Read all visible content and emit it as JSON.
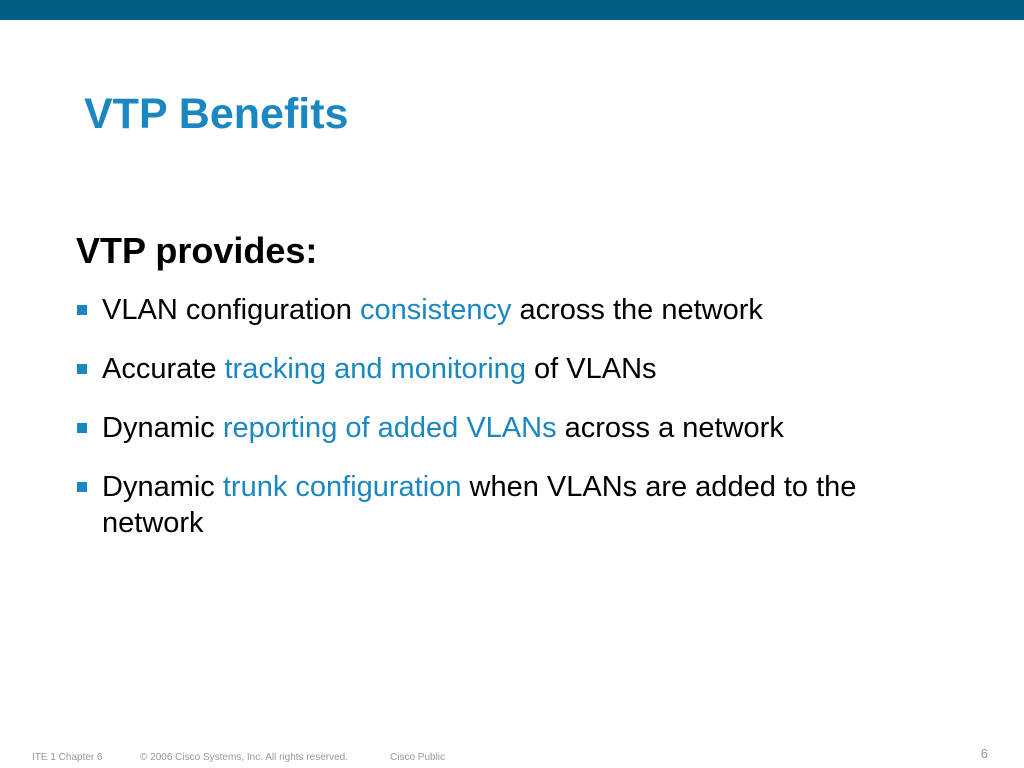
{
  "slide": {
    "title": "VTP Benefits",
    "intro": "VTP provides:",
    "bullets": [
      {
        "before": "VLAN configuration ",
        "highlight": "consistency",
        "after": " across the network"
      },
      {
        "before": "Accurate ",
        "highlight": "tracking and monitoring",
        "after": " of VLANs"
      },
      {
        "before": "Dynamic ",
        "highlight": "reporting of added VLANs",
        "after": " across a network"
      },
      {
        "before": "Dynamic ",
        "highlight": "trunk configuration",
        "after": " when VLANs are added to the network"
      }
    ]
  },
  "footer": {
    "chapter": "ITE 1 Chapter 6",
    "copyright": "© 2006 Cisco Systems, Inc. All rights reserved.",
    "classification": "Cisco Public",
    "page_number": "6"
  },
  "colors": {
    "top_bar": "#005e84",
    "accent": "#1b87c0",
    "body_text": "#000000",
    "footer_text": "#8f9aa3"
  }
}
